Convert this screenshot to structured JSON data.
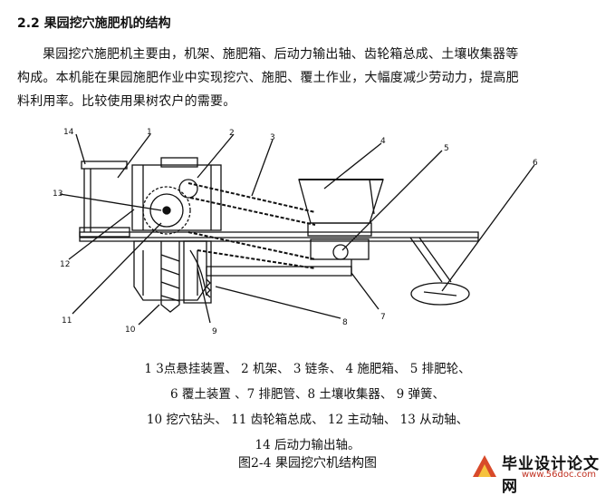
{
  "heading": "2.2 果园挖穴施肥机的结构",
  "paragraph": {
    "line1": "果园挖穴施肥机主要由，机架、施肥箱、后动力输出轴、齿轮箱总成、土壤收集器等",
    "line2": "构成。本机能在果园施肥作业中实现挖穴、施肥、覆土作业，大幅度减少劳动力，提高肥",
    "line3": "料利用率。比较使用果树农户的需要。"
  },
  "diagram_labels": [
    "1",
    "2",
    "3",
    "4",
    "5",
    "6",
    "7",
    "8",
    "9",
    "10",
    "11",
    "12",
    "13",
    "14"
  ],
  "legend": {
    "line1": "1 3点悬挂装置、 2 机架、 3 链条、 4 施肥箱、 5 排肥轮、",
    "line2": "6 覆土装置 、7 排肥管、8 土壤收集器、 9 弹簧、",
    "line3": "10 挖穴钻头、 11 齿轮箱总成、 12 主动轴、 13 从动轴、",
    "line4": "14 后动力输出轴。"
  },
  "figure_title": "图2-4 果园挖穴机结构图",
  "watermark": {
    "text": "毕业设计论文网",
    "url": "www.56doc.com"
  }
}
